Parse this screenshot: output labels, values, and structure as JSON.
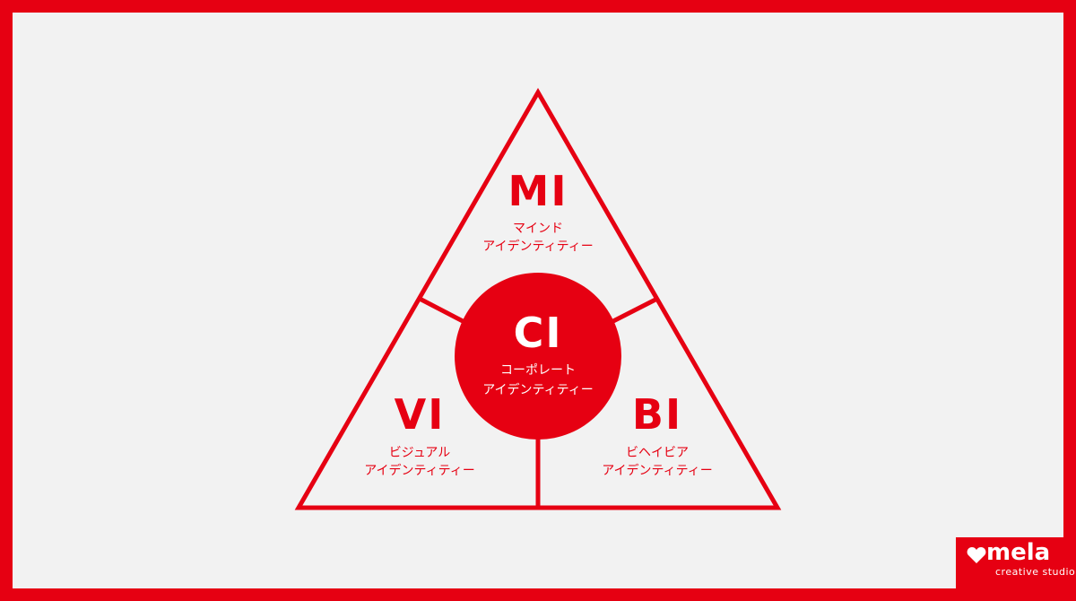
{
  "colors": {
    "accent": "#e60012",
    "background": "#f2f2f2",
    "text_on_accent": "#ffffff"
  },
  "diagram": {
    "top": {
      "abbr": "MI",
      "line1": "マインド",
      "line2": "アイデンティティー"
    },
    "left": {
      "abbr": "VI",
      "line1": "ビジュアル",
      "line2": "アイデンティティー"
    },
    "right": {
      "abbr": "BI",
      "line1": "ビヘイビア",
      "line2": "アイデンティティー"
    },
    "center": {
      "abbr": "CI",
      "line1": "コーポレート",
      "line2": "アイデンティティー"
    }
  },
  "logo": {
    "name": "mela",
    "tagline": "creative studio",
    "icon": "heart-icon"
  }
}
